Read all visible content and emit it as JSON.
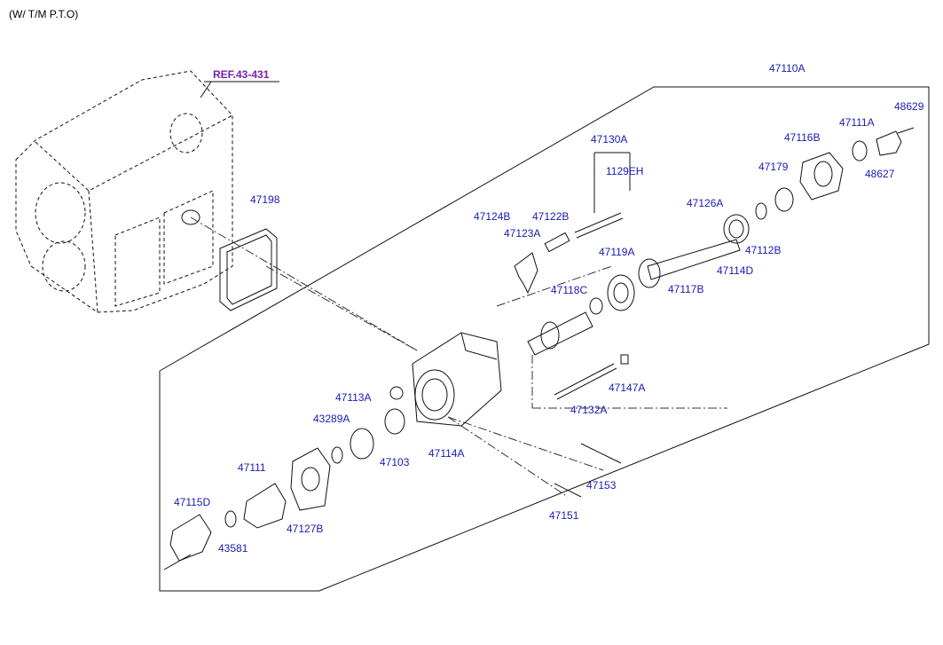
{
  "header": "(W/ T/M P.T.O)",
  "ref_label": "REF.43-431",
  "parts": {
    "p47110A": "47110A",
    "p48629": "48629",
    "p47111A": "47111A",
    "p47116B": "47116B",
    "p48627": "48627",
    "p47130A": "47130A",
    "p1129EH": "1129EH",
    "p47179": "47179",
    "p47198": "47198",
    "p47124B": "47124B",
    "p47122B": "47122B",
    "p47123A": "47123A",
    "p47126A": "47126A",
    "p47112B": "47112B",
    "p47119A": "47119A",
    "p47114D": "47114D",
    "p47118C": "47118C",
    "p47117B": "47117B",
    "p47113A": "47113A",
    "p47147A": "47147A",
    "p43289A": "43289A",
    "p47132A": "47132A",
    "p47103": "47103",
    "p47114A": "47114A",
    "p47111": "47111",
    "p47153": "47153",
    "p47115D": "47115D",
    "p47127B": "47127B",
    "p47151": "47151",
    "p43581": "43581"
  }
}
